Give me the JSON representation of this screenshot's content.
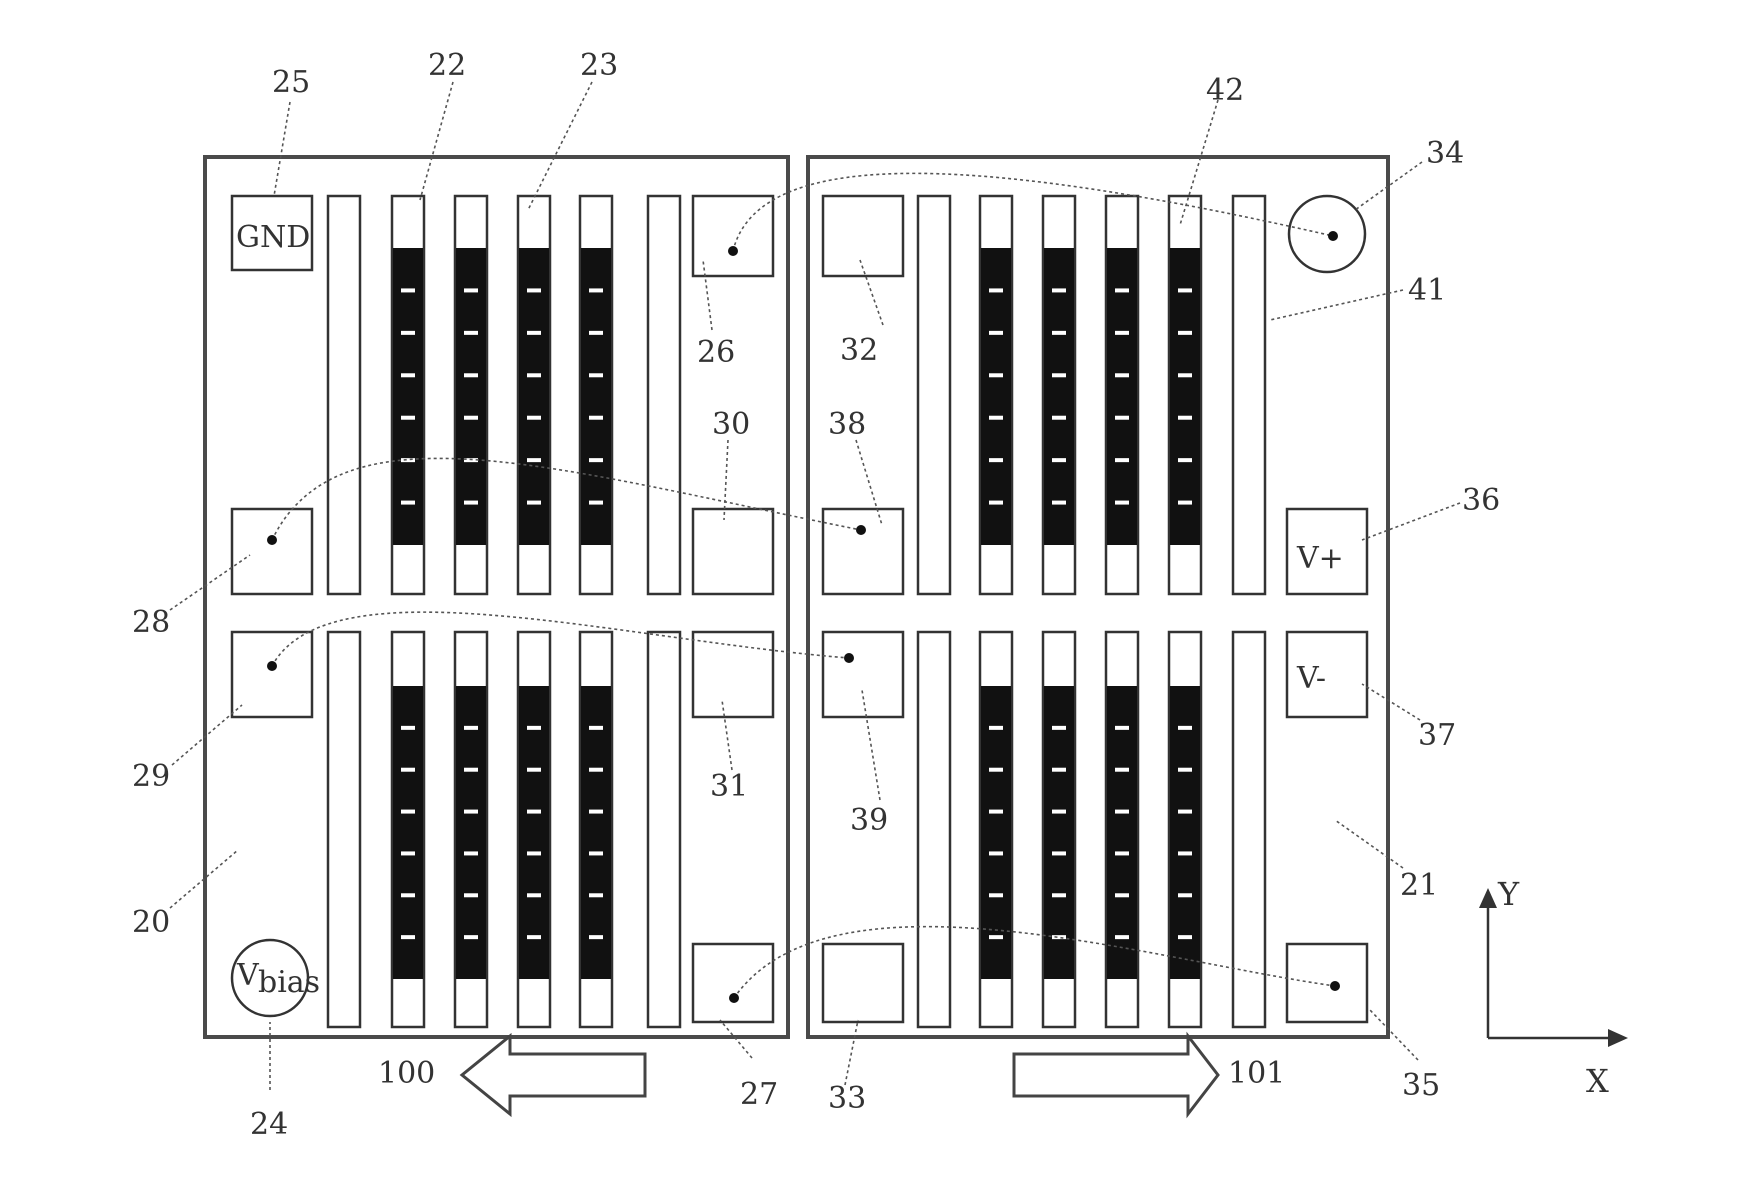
{
  "labels": {
    "ref_20": "20",
    "ref_21": "21",
    "ref_22": "22",
    "ref_23": "23",
    "ref_24": "24",
    "ref_25": "25",
    "ref_26": "26",
    "ref_27": "27",
    "ref_28": "28",
    "ref_29": "29",
    "ref_30": "30",
    "ref_31": "31",
    "ref_32": "32",
    "ref_33": "33",
    "ref_34": "34",
    "ref_35": "35",
    "ref_36": "36",
    "ref_37": "37",
    "ref_38": "38",
    "ref_39": "39",
    "ref_41": "41",
    "ref_42": "42",
    "ref_100": "100",
    "ref_101": "101"
  },
  "pads": {
    "gnd": "GND",
    "v_plus": "V+",
    "v_minus": "V-",
    "v_bias_main": "V",
    "v_bias_sub": "bias"
  },
  "axes": {
    "x": "X",
    "y": "Y"
  }
}
